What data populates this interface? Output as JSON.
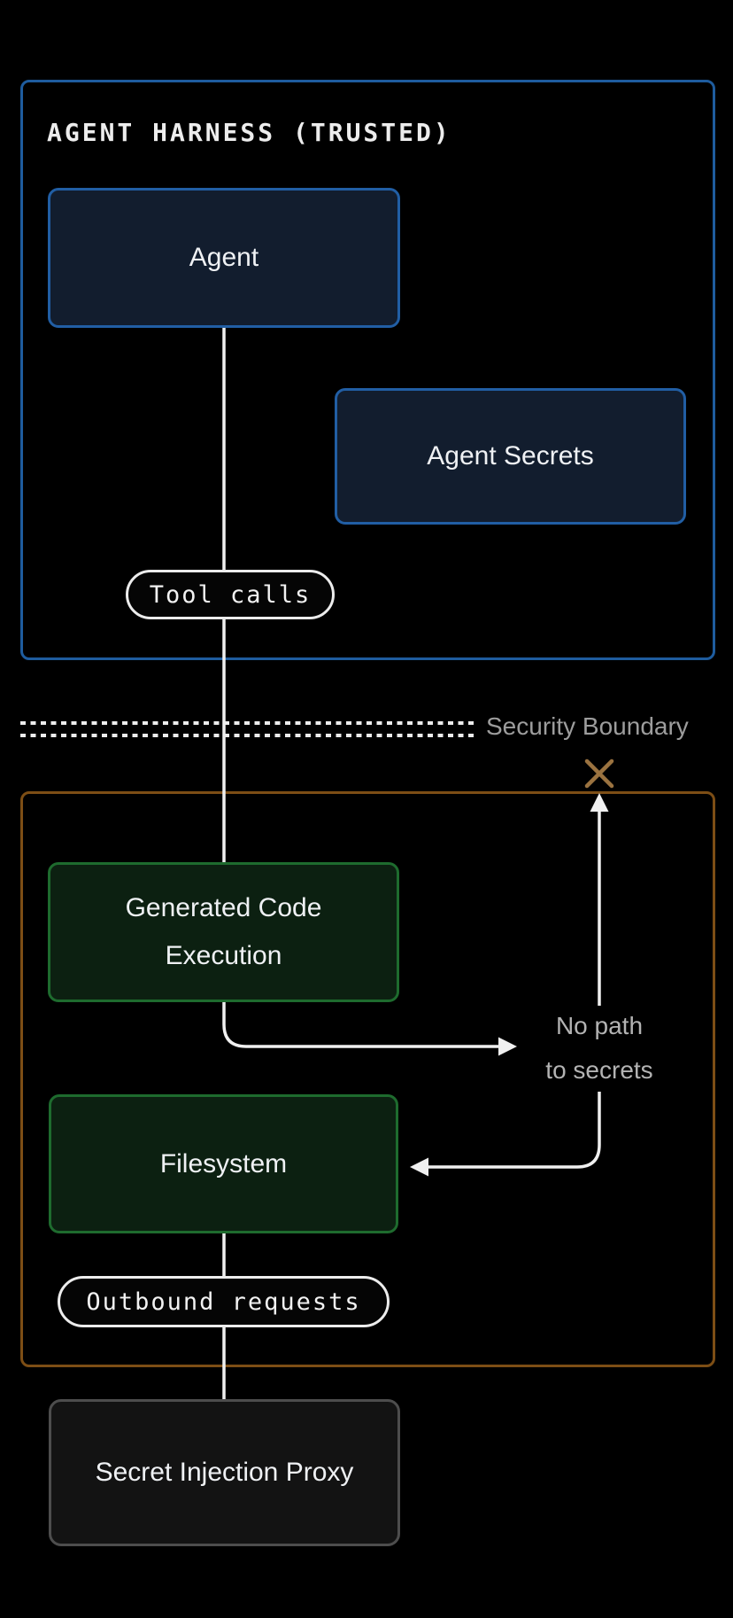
{
  "trusted_zone": {
    "title": "AGENT HARNESS (TRUSTED)",
    "agent_label": "Agent",
    "agent_secrets_label": "Agent Secrets",
    "edge_label": "Tool calls"
  },
  "boundary": {
    "label": "Security Boundary",
    "blocked_icon": "x-mark"
  },
  "sandbox_zone": {
    "generated_code_label": "Generated Code Execution",
    "filesystem_label": "Filesystem",
    "no_path_lines": [
      "No path",
      "to secrets"
    ],
    "edge_label": "Outbound requests"
  },
  "proxy": {
    "label": "Secret Injection Proxy"
  },
  "colors": {
    "bg": "#000000",
    "accent_blue": "#1e5c9e",
    "fill_navy": "#121d2e",
    "accent_green": "#1e6b2e",
    "fill_green": "#0c2011",
    "accent_orange": "#7d4e15",
    "proxy_border": "#4d4d4d",
    "proxy_fill": "#131313",
    "line_color": "#f0f0f0",
    "muted_text": "#9d9d9d",
    "nopath_text": "#b3b3b3",
    "x_color": "#9b7340"
  }
}
